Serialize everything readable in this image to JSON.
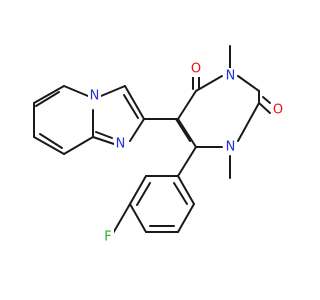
{
  "molecule": {
    "atoms": {
      "n_imid_bridge": {
        "symbol": "N",
        "color": "#2233dd"
      },
      "n_imid": {
        "symbol": "N",
        "color": "#2233dd"
      },
      "o_top": {
        "symbol": "O",
        "color": "#ee1111"
      },
      "o_right": {
        "symbol": "O",
        "color": "#ee1111"
      },
      "n3": {
        "symbol": "N",
        "color": "#2233dd"
      },
      "n1": {
        "symbol": "N",
        "color": "#2233dd"
      },
      "f": {
        "symbol": "F",
        "color": "#33aa33"
      }
    }
  }
}
